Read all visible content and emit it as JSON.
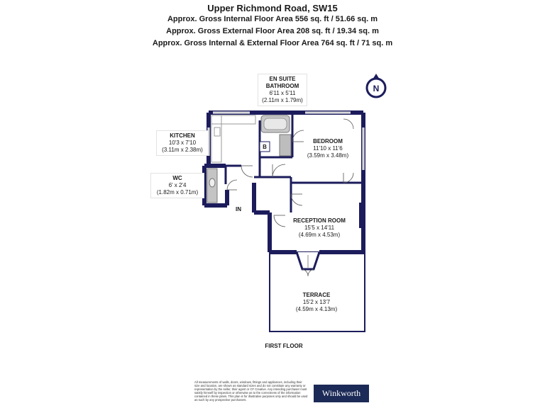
{
  "header": {
    "title": "Upper Richmond Road, SW15",
    "line1": "Approx. Gross Internal Floor Area 556 sq. ft / 51.66 sq. m",
    "line2": "Approx. Gross External Floor Area 208 sq. ft / 19.34 sq. m",
    "line3": "Approx. Gross Internal & External Floor Area 764 sq. ft / 71 sq. m"
  },
  "compass": {
    "label": "N"
  },
  "rooms": {
    "ensuite": {
      "name1": "EN SUITE",
      "name2": "BATHROOM",
      "imperial": "6'11 x 5'11",
      "metric": "(2.11m x 1.79m)"
    },
    "kitchen": {
      "name": "KITCHEN",
      "imperial": "10'3 x 7'10",
      "metric": "(3.11m x 2.38m)"
    },
    "wc": {
      "name": "WC",
      "imperial": "6' x 2'4",
      "metric": "(1.82m x 0.71m)"
    },
    "bedroom": {
      "name": "BEDROOM",
      "imperial": "11'10 x 11'6",
      "metric": "(3.59m x 3.48m)"
    },
    "reception": {
      "name": "RECEPTION ROOM",
      "imperial": "15'5 x 14'11",
      "metric": "(4.69m x 4.53m)"
    },
    "terrace": {
      "name": "TERRACE",
      "imperial": "15'2 x 13'7",
      "metric": "(4.59m x 4.13m)"
    }
  },
  "markers": {
    "boiler": "B",
    "entrance": "IN"
  },
  "floor_label": "FIRST FLOOR",
  "disclaimer": "All measurements of walls, doors, windows, fittings and appliances, including their size and location, are shown as standard sizes and do not constitute any warranty or representation by the seller, their agent or CF Creative. Any intending purchaser must satisfy himself by inspection or otherwise as to the correctness of the information contained in these plans. This plan is for illustrative purposes only and should be used as such by any prospective purchasers.",
  "logo": "Winkworth",
  "colors": {
    "wall": "#1c1c5c",
    "fixture": "#b8b8b8",
    "logo_bg": "#1c2a57"
  }
}
